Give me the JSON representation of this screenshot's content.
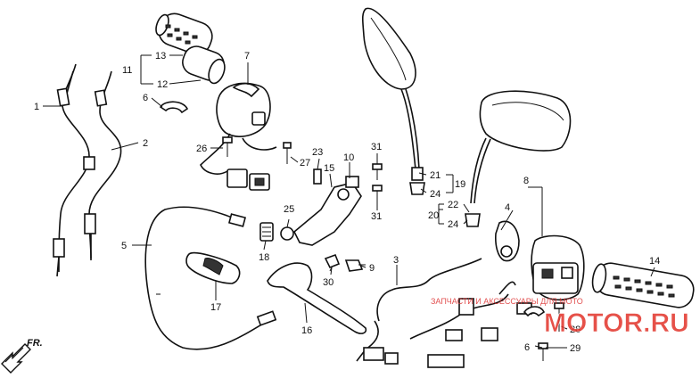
{
  "callouts": [
    {
      "id": "1",
      "label": "1"
    },
    {
      "id": "2",
      "label": "2"
    },
    {
      "id": "3",
      "label": "3"
    },
    {
      "id": "4",
      "label": "4"
    },
    {
      "id": "5",
      "label": "5"
    },
    {
      "id": "6a",
      "label": "6"
    },
    {
      "id": "6b",
      "label": "6"
    },
    {
      "id": "7",
      "label": "7"
    },
    {
      "id": "8",
      "label": "8"
    },
    {
      "id": "9",
      "label": "9"
    },
    {
      "id": "10",
      "label": "10"
    },
    {
      "id": "11",
      "label": "11"
    },
    {
      "id": "12",
      "label": "12"
    },
    {
      "id": "13",
      "label": "13"
    },
    {
      "id": "14",
      "label": "14"
    },
    {
      "id": "15",
      "label": "15"
    },
    {
      "id": "16",
      "label": "16"
    },
    {
      "id": "17",
      "label": "17"
    },
    {
      "id": "18",
      "label": "18"
    },
    {
      "id": "19",
      "label": "19"
    },
    {
      "id": "20",
      "label": "20"
    },
    {
      "id": "21",
      "label": "21"
    },
    {
      "id": "22",
      "label": "22"
    },
    {
      "id": "23",
      "label": "23"
    },
    {
      "id": "24a",
      "label": "24"
    },
    {
      "id": "24b",
      "label": "24"
    },
    {
      "id": "25",
      "label": "25"
    },
    {
      "id": "26",
      "label": "26"
    },
    {
      "id": "27",
      "label": "27"
    },
    {
      "id": "28",
      "label": "28"
    },
    {
      "id": "29",
      "label": "29"
    },
    {
      "id": "30",
      "label": "30"
    },
    {
      "id": "31a",
      "label": "31"
    },
    {
      "id": "31b",
      "label": "31"
    }
  ],
  "direction_label": "FR.",
  "watermark": {
    "line1": "ЗАПЧАСТИ И АКСЕССУАРЫ ДЛЯ МОТО",
    "line2": "MOTOR.RU"
  },
  "colors": {
    "ink": "#111111",
    "watermark": "#e2332a"
  }
}
